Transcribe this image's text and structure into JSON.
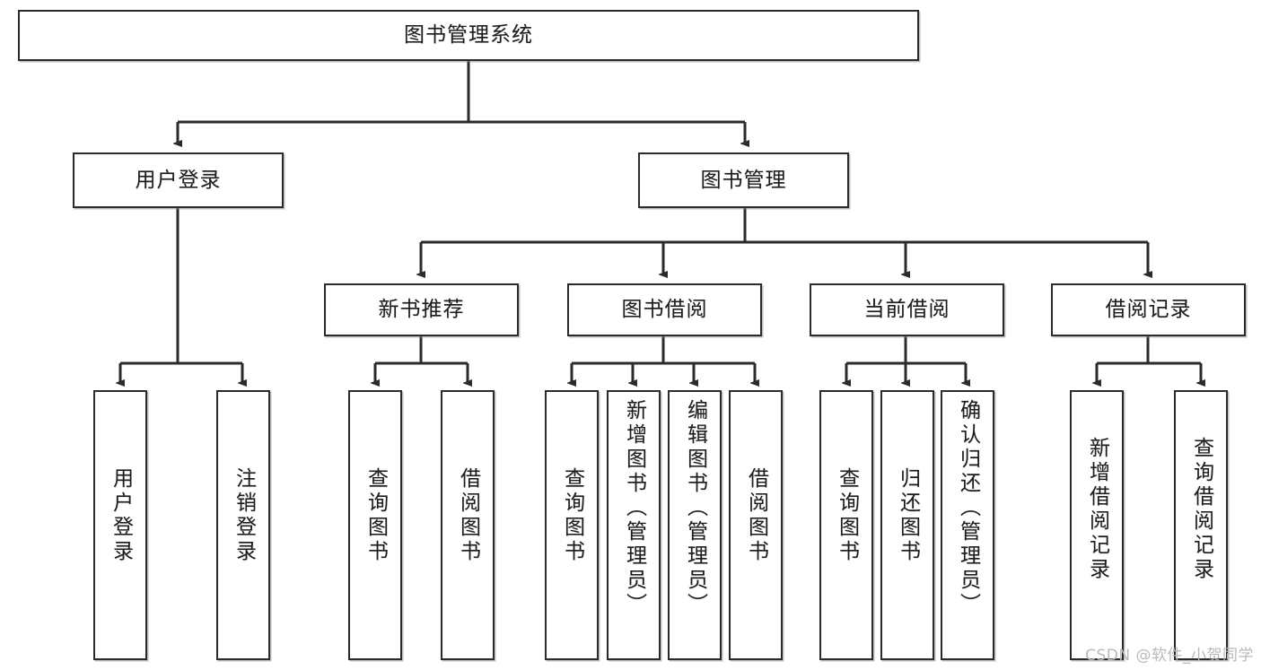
{
  "diagram": {
    "title": "图书管理系统",
    "type": "hierarchy-tree",
    "watermark": "CSDN @软件_小贺同学",
    "colors": {
      "box_border": "#2b2b2b",
      "box_fill": "#ffffff",
      "connector": "#2b2b2b",
      "text": "#1d1d1d",
      "watermark": "#b9b9b9"
    },
    "levels": [
      {
        "level": 1,
        "nodes": [
          {
            "id": "root",
            "label": "图书管理系统"
          }
        ]
      },
      {
        "level": 2,
        "nodes": [
          {
            "id": "login",
            "label": "用户登录"
          },
          {
            "id": "bookmgmt",
            "label": "图书管理"
          }
        ]
      },
      {
        "level": 3,
        "nodes": [
          {
            "id": "newbook",
            "label": "新书推荐"
          },
          {
            "id": "borrow",
            "label": "图书借阅"
          },
          {
            "id": "current",
            "label": "当前借阅"
          },
          {
            "id": "records",
            "label": "借阅记录"
          }
        ]
      },
      {
        "level": 4,
        "nodes": [
          {
            "id": "leaf-1",
            "label": "用户登录",
            "parent": "login"
          },
          {
            "id": "leaf-2",
            "label": "注销登录",
            "parent": "login"
          },
          {
            "id": "leaf-3",
            "label": "查询图书",
            "parent": "newbook"
          },
          {
            "id": "leaf-4",
            "label": "借阅图书",
            "parent": "newbook"
          },
          {
            "id": "leaf-5",
            "label": "查询图书",
            "parent": "borrow"
          },
          {
            "id": "leaf-6",
            "label": "新增图书（管理员）",
            "parent": "borrow"
          },
          {
            "id": "leaf-7",
            "label": "编辑图书（管理员）",
            "parent": "borrow"
          },
          {
            "id": "leaf-8",
            "label": "借阅图书",
            "parent": "borrow"
          },
          {
            "id": "leaf-9",
            "label": "查询图书",
            "parent": "current"
          },
          {
            "id": "leaf-10",
            "label": "归还图书",
            "parent": "current"
          },
          {
            "id": "leaf-11",
            "label": "确认归还（管理员）",
            "parent": "current"
          },
          {
            "id": "leaf-12",
            "label": "新增借阅记录",
            "parent": "records"
          },
          {
            "id": "leaf-13",
            "label": "查询借阅记录",
            "parent": "records"
          }
        ]
      }
    ]
  }
}
